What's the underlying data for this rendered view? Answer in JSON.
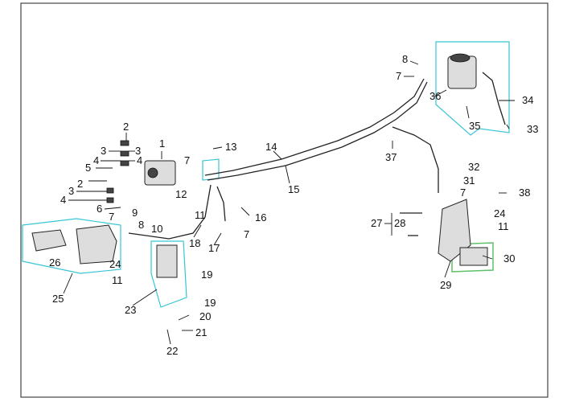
{
  "callouts": [
    {
      "id": "c1",
      "label": "1"
    },
    {
      "id": "c2",
      "label": "2"
    },
    {
      "id": "c2b",
      "label": "2"
    },
    {
      "id": "c3a",
      "label": "3"
    },
    {
      "id": "c3b",
      "label": "3"
    },
    {
      "id": "c3c",
      "label": "3"
    },
    {
      "id": "c4a",
      "label": "4"
    },
    {
      "id": "c4b",
      "label": "4"
    },
    {
      "id": "c4c",
      "label": "4"
    },
    {
      "id": "c5",
      "label": "5"
    },
    {
      "id": "c6",
      "label": "6"
    },
    {
      "id": "c7a",
      "label": "7"
    },
    {
      "id": "c7b",
      "label": "7"
    },
    {
      "id": "c7c",
      "label": "7"
    },
    {
      "id": "c7d",
      "label": "7"
    },
    {
      "id": "c7e",
      "label": "7"
    },
    {
      "id": "c8a",
      "label": "8"
    },
    {
      "id": "c8b",
      "label": "8"
    },
    {
      "id": "c9",
      "label": "9"
    },
    {
      "id": "c10",
      "label": "10"
    },
    {
      "id": "c11a",
      "label": "11"
    },
    {
      "id": "c11b",
      "label": "11"
    },
    {
      "id": "c11c",
      "label": "11"
    },
    {
      "id": "c12",
      "label": "12"
    },
    {
      "id": "c13",
      "label": "13"
    },
    {
      "id": "c14",
      "label": "14"
    },
    {
      "id": "c15",
      "label": "15"
    },
    {
      "id": "c16",
      "label": "16"
    },
    {
      "id": "c17",
      "label": "17"
    },
    {
      "id": "c18",
      "label": "18"
    },
    {
      "id": "c19a",
      "label": "19"
    },
    {
      "id": "c19b",
      "label": "19"
    },
    {
      "id": "c20",
      "label": "20"
    },
    {
      "id": "c21",
      "label": "21"
    },
    {
      "id": "c22",
      "label": "22"
    },
    {
      "id": "c23",
      "label": "23"
    },
    {
      "id": "c24a",
      "label": "24"
    },
    {
      "id": "c24b",
      "label": "24"
    },
    {
      "id": "c25",
      "label": "25"
    },
    {
      "id": "c26",
      "label": "26"
    },
    {
      "id": "c27",
      "label": "27"
    },
    {
      "id": "c28",
      "label": "28"
    },
    {
      "id": "c29",
      "label": "29"
    },
    {
      "id": "c30",
      "label": "30"
    },
    {
      "id": "c31",
      "label": "31"
    },
    {
      "id": "c32",
      "label": "32"
    },
    {
      "id": "c33",
      "label": "33"
    },
    {
      "id": "c34",
      "label": "34"
    },
    {
      "id": "c35",
      "label": "35"
    },
    {
      "id": "c36",
      "label": "36"
    },
    {
      "id": "c37",
      "label": "37"
    },
    {
      "id": "c38",
      "label": "38"
    }
  ],
  "colors": {
    "frame": "#444444",
    "highlight_cyan": "#37c6d6",
    "highlight_green": "#5fbf6a",
    "line": "#222222"
  }
}
